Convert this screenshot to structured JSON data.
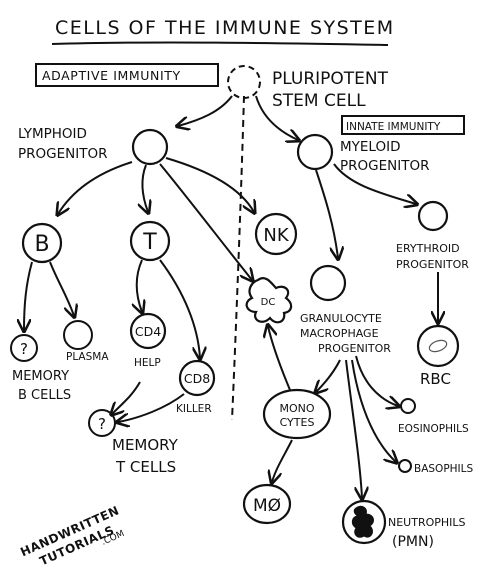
{
  "title": "CELLS OF THE IMMUNE SYSTEM",
  "labels": {
    "adaptive": "ADAPTIVE IMMUNITY",
    "innate": "INNATE IMMUNITY",
    "stem_1": "PLURIPOTENT",
    "stem_2": "STEM CELL",
    "lymphoid_1": "LYMPHOID",
    "lymphoid_2": "PROGENITOR",
    "myeloid_1": "MYELOID",
    "myeloid_2": "PROGENITOR",
    "erythroid_1": "ERYTHROID",
    "erythroid_2": "PROGENITOR",
    "gmp_1": "GRANULOCYTE",
    "gmp_2": "MACROPHAGE",
    "gmp_3": "PROGENITOR",
    "plasma": "PLASMA",
    "memory_b_1": "MEMORY",
    "memory_b_2": "B CELLS",
    "help": "HELP",
    "killer": "KILLER",
    "memory_t_1": "MEMORY",
    "memory_t_2": "T CELLS",
    "rbc": "RBC",
    "eosinophils": "EOSINOPHILS",
    "basophils": "BASOPHILS",
    "neutrophils_1": "NEUTROPHILS",
    "neutrophils_2": "(PMN)"
  },
  "nodes": {
    "b": "B",
    "t": "T",
    "nk": "NK",
    "cd4": "CD4",
    "cd8": "CD8",
    "memory_b": "?",
    "memory_t": "?",
    "dc": "DC",
    "monocytes_1": "MONO",
    "monocytes_2": "CYTES",
    "macrophage": "MØ"
  },
  "watermark": {
    "line1": "HANDWRITTEN",
    "line2": "TUTORIALS",
    "line3": ".COM"
  }
}
